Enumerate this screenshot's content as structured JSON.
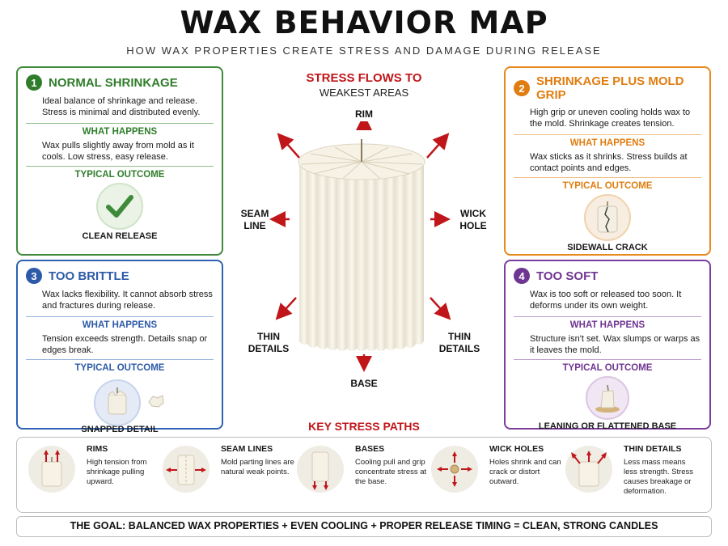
{
  "header": {
    "title": "WAX BEHAVIOR MAP",
    "subtitle": "HOW WAX PROPERTIES CREATE STRESS AND DAMAGE DURING RELEASE"
  },
  "cards": [
    {
      "number": "1",
      "title": "NORMAL SHRINKAGE",
      "description": "Ideal balance of shrinkage and release. Stress is minimal and distributed evenly.",
      "what_heading": "WHAT HAPPENS",
      "what_text": "Wax pulls slightly away from mold as it cools. Low stress, easy release.",
      "outcome_heading": "TYPICAL OUTCOME",
      "outcome": "CLEAN RELEASE",
      "icon": "checkmark-icon",
      "color": "#2f7d2b"
    },
    {
      "number": "2",
      "title": "SHRINKAGE PLUS MOLD GRIP",
      "description": "High grip or uneven cooling holds wax to the mold. Shrinkage creates tension.",
      "what_heading": "WHAT HAPPENS",
      "what_text": "Wax sticks as it shrinks. Stress builds at contact points and edges.",
      "outcome_heading": "TYPICAL OUTCOME",
      "outcome": "SIDEWALL CRACK",
      "icon": "cracked-candle-icon",
      "color": "#e07d10"
    },
    {
      "number": "3",
      "title": "TOO BRITTLE",
      "description": "Wax lacks flexibility. It cannot absorb stress and fractures during release.",
      "what_heading": "WHAT HAPPENS",
      "what_text": "Tension exceeds strength. Details snap or edges break.",
      "outcome_heading": "TYPICAL OUTCOME",
      "outcome": "SNAPPED DETAIL",
      "icon": "snapped-candle-icon",
      "color": "#2d5aa8"
    },
    {
      "number": "4",
      "title": "TOO SOFT",
      "description": "Wax is too soft or released too soon. It deforms under its own weight.",
      "what_heading": "WHAT HAPPENS",
      "what_text": "Structure isn't set. Wax slumps or warps as it leaves the mold.",
      "outcome_heading": "TYPICAL OUTCOME",
      "outcome": "LEANING OR FLATTENED BASE",
      "icon": "leaning-candle-icon",
      "color": "#6f3592"
    }
  ],
  "center": {
    "title_line1": "STRESS FLOWS TO",
    "title_line2": "WEAKEST AREAS",
    "labels": {
      "rim": "RIM",
      "seam": "SEAM LINE",
      "wick": "WICK HOLE",
      "thin_left": "THIN DETAILS",
      "thin_right": "THIN DETAILS",
      "base": "BASE"
    },
    "arrow_color": "#c0161a"
  },
  "key": {
    "title": "KEY STRESS PATHS",
    "items": [
      {
        "heading": "RIMS",
        "text": "High tension from shrinkage pulling upward.",
        "icon": "rim-stress-icon"
      },
      {
        "heading": "SEAM LINES",
        "text": "Mold parting lines are natural weak points.",
        "icon": "seam-stress-icon"
      },
      {
        "heading": "BASES",
        "text": "Cooling pull and grip concentrate stress at the base.",
        "icon": "base-stress-icon"
      },
      {
        "heading": "WICK HOLES",
        "text": "Holes shrink and can crack or distort outward.",
        "icon": "wick-hole-stress-icon"
      },
      {
        "heading": "THIN DETAILS",
        "text": "Less mass means less strength. Stress causes breakage or deformation.",
        "icon": "thin-detail-stress-icon"
      }
    ]
  },
  "goal": "THE GOAL: BALANCED WAX PROPERTIES + EVEN COOLING + PROPER RELEASE TIMING = CLEAN, STRONG CANDLES"
}
